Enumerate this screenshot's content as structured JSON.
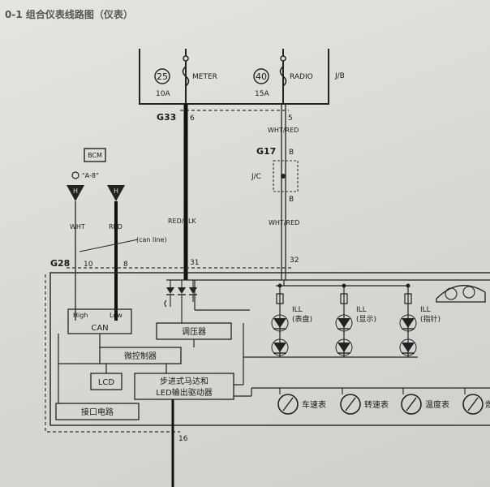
{
  "title": "0-1 组合仪表线路图（仪表）",
  "fuses": {
    "meter": {
      "num": "25",
      "label": "METER",
      "amp": "10A"
    },
    "radio": {
      "num": "40",
      "label": "RADIO",
      "amp": "15A"
    },
    "box": "J/B"
  },
  "connectors": {
    "g33": "G33",
    "g33_pin": "6",
    "g17": "G17",
    "g17_top": "B",
    "g17_bottom": "B",
    "jc": "J/C",
    "g28": "G28",
    "g28_pin1": "10",
    "g28_pin2": "8",
    "pin31": "31",
    "pin32": "32",
    "pin5": "5",
    "pin16": "16"
  },
  "wires": {
    "wht_red_1": "WHT/RED",
    "wht_red_2": "WHT/RED",
    "red_blk": "RED/BLK",
    "wht": "WHT",
    "red": "RED",
    "can_line": "(can line)"
  },
  "bcm": {
    "label": "BCM",
    "ref": "\"A-8\"",
    "pin_h": "H",
    "pin_l": "H"
  },
  "blocks": {
    "can_high": "High",
    "can_low": "Low",
    "can": "CAN",
    "regulator": "调压器",
    "mcu": "微控制器",
    "lcd": "LCD",
    "driver_1": "步进式马达和",
    "driver_2": "LED输出驱动器",
    "interface": "接口电路"
  },
  "ill": [
    {
      "label": "ILL",
      "sub": "(表盘)"
    },
    {
      "label": "ILL",
      "sub": "(显示)"
    },
    {
      "label": "ILL",
      "sub": "(指针)"
    }
  ],
  "gauges": [
    "车速表",
    "转速表",
    "温度表",
    "燃"
  ]
}
